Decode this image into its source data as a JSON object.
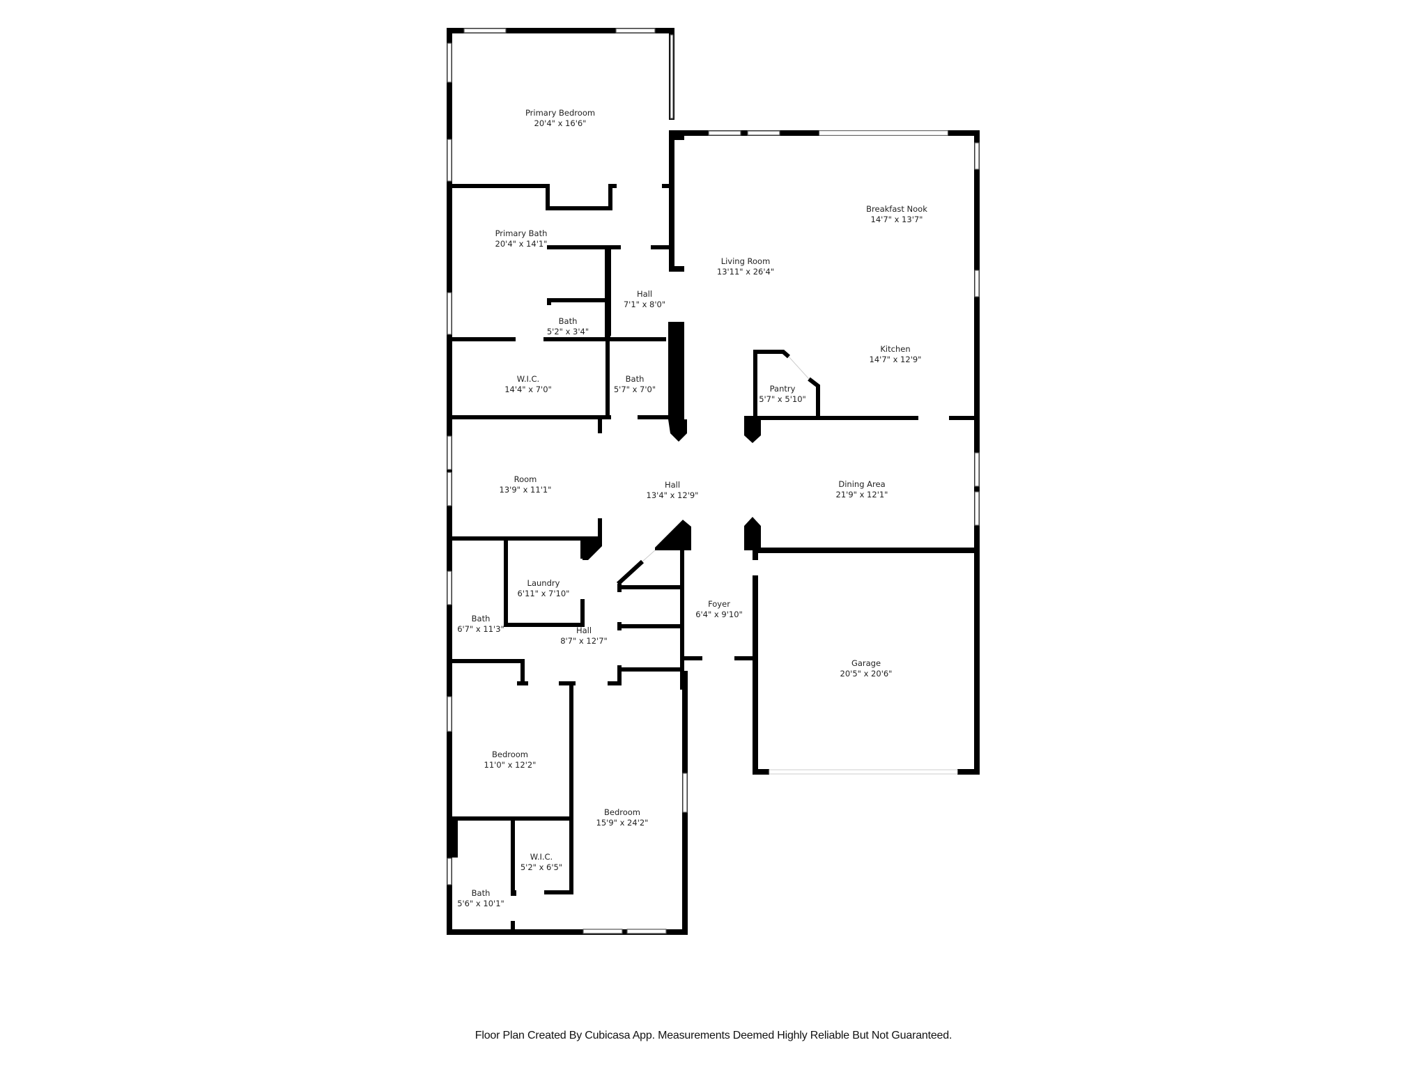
{
  "floorplan": {
    "rooms": [
      {
        "name": "Primary Bedroom",
        "dims": "20'4\" x 16'6\""
      },
      {
        "name": "Primary Bath",
        "dims": "20'4\" x 14'1\""
      },
      {
        "name": "Hall",
        "dims": "7'1\" x 8'0\""
      },
      {
        "name": "Bath",
        "dims": "5'2\" x 3'4\""
      },
      {
        "name": "W.I.C.",
        "dims": "14'4\" x 7'0\""
      },
      {
        "name": "Bath",
        "dims": "5'7\" x 7'0\""
      },
      {
        "name": "Living Room",
        "dims": "13'11\" x 26'4\""
      },
      {
        "name": "Breakfast Nook",
        "dims": "14'7\" x 13'7\""
      },
      {
        "name": "Kitchen",
        "dims": "14'7\" x 12'9\""
      },
      {
        "name": "Pantry",
        "dims": "5'7\" x 5'10\""
      },
      {
        "name": "Room",
        "dims": "13'9\" x 11'1\""
      },
      {
        "name": "Hall",
        "dims": "13'4\" x 12'9\""
      },
      {
        "name": "Dining Area",
        "dims": "21'9\" x 12'1\""
      },
      {
        "name": "Laundry",
        "dims": "6'11\" x 7'10\""
      },
      {
        "name": "Bath",
        "dims": "6'7\" x 11'3\""
      },
      {
        "name": "Hall",
        "dims": "8'7\" x 12'7\""
      },
      {
        "name": "Foyer",
        "dims": "6'4\" x 9'10\""
      },
      {
        "name": "Garage",
        "dims": "20'5\" x 20'6\""
      },
      {
        "name": "Bedroom",
        "dims": "11'0\" x 12'2\""
      },
      {
        "name": "Bedroom",
        "dims": "15'9\" x 24'2\""
      },
      {
        "name": "W.I.C.",
        "dims": "5'2\" x 6'5\""
      },
      {
        "name": "Bath",
        "dims": "5'6\" x 10'1\""
      }
    ],
    "footer": "Floor Plan Created By Cubicasa App. Measurements Deemed Highly Reliable But Not Guaranteed."
  }
}
